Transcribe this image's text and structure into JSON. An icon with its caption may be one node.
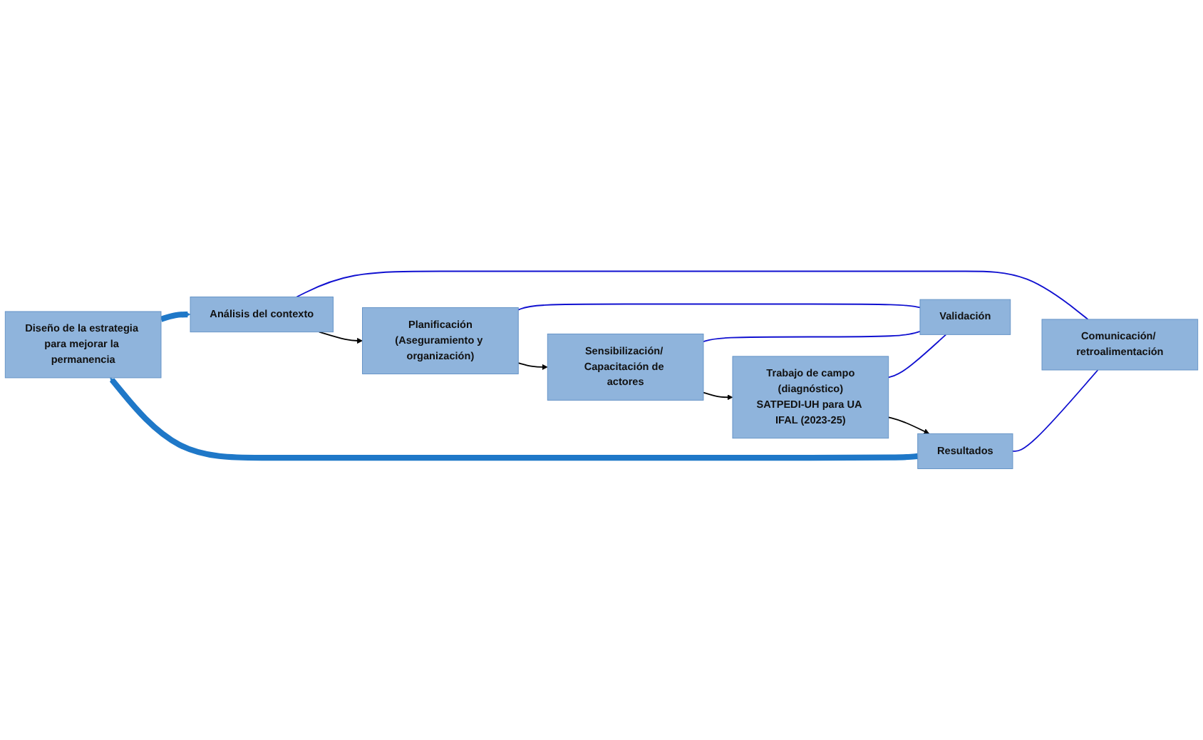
{
  "diagram": {
    "nodes": [
      {
        "text": [
          "Diseño de la estrategia para mejorar la permanencia"
        ]
      },
      {
        "text": [
          "Análisis del contexto"
        ]
      },
      {
        "text": [
          "Planificación",
          "(Aseguramiento y organización)"
        ]
      },
      {
        "text": [
          "Sensibilización/ Capacitación de actores"
        ]
      },
      {
        "text": [
          "Trabajo de campo",
          "(diagnóstico)",
          "SATPEDI-UH para UA IFAL (2023-25)"
        ]
      },
      {
        "text": [
          "Resultados"
        ]
      },
      {
        "text": [
          "Validación"
        ]
      },
      {
        "text": [
          "Comunicación/ retroalimentación"
        ]
      }
    ],
    "edges": [
      {
        "from": 0,
        "to": 1,
        "arrow": "to",
        "style": "thick",
        "color": "#1f78c8"
      },
      {
        "from": 1,
        "to": 2,
        "arrow": "to",
        "color": "#000000"
      },
      {
        "from": 2,
        "to": 3,
        "arrow": "to",
        "color": "#000000"
      },
      {
        "from": 3,
        "to": 4,
        "arrow": "to",
        "color": "#000000"
      },
      {
        "from": 4,
        "to": 5,
        "arrow": "to",
        "color": "#000000"
      },
      {
        "from": 5,
        "to": 0,
        "arrow": "to",
        "style": "thick",
        "color": "#1f78c8"
      },
      {
        "from": 2,
        "to": 6,
        "arrow": "none"
      },
      {
        "from": 3,
        "to": 6,
        "arrow": "none"
      },
      {
        "from": 4,
        "to": 6,
        "arrow": "none"
      },
      {
        "from": 1,
        "to": 7,
        "arrow": "none"
      },
      {
        "from": 5,
        "to": 7,
        "arrow": "none"
      }
    ]
  }
}
